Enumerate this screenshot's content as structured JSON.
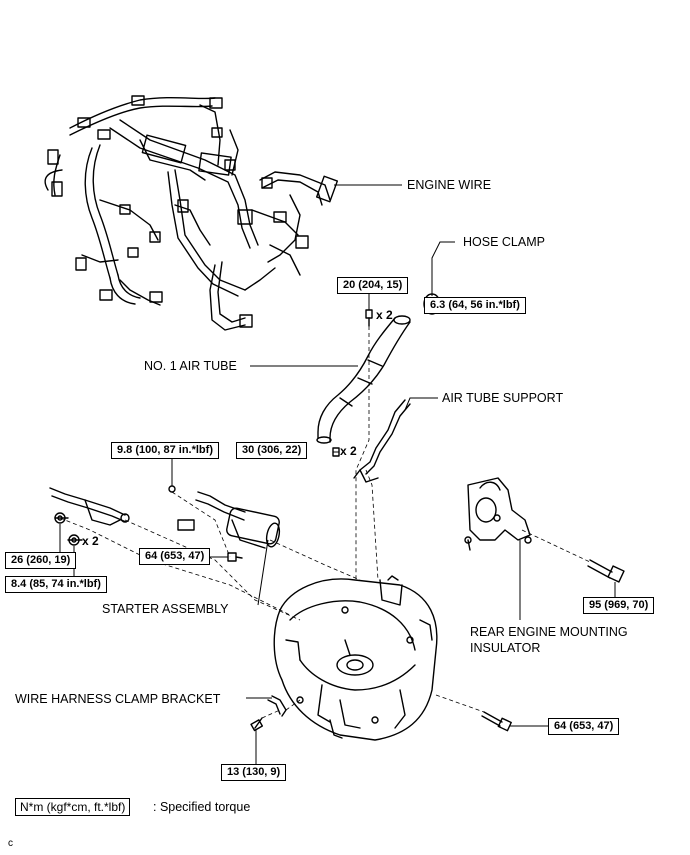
{
  "labels": {
    "engine_wire": "ENGINE WIRE",
    "hose_clamp": "HOSE CLAMP",
    "no1_air_tube": "NO. 1 AIR TUBE",
    "air_tube_support": "AIR TUBE SUPPORT",
    "starter_assembly": "STARTER ASSEMBLY",
    "rear_engine_mounting_insulator_line1": "REAR ENGINE MOUNTING",
    "rear_engine_mounting_insulator_line2": "INSULATOR",
    "wire_harness_clamp_bracket": "WIRE HARNESS CLAMP BRACKET"
  },
  "torques": {
    "t_20": "20 (204, 15)",
    "t_6_3": "6.3 (64, 56 in.*lbf)",
    "t_9_8": "9.8 (100, 87 in.*lbf)",
    "t_30": "30 (306, 22)",
    "t_64_starter": "64 (653, 47)",
    "t_26": "26 (260, 19)",
    "t_8_4": "8.4 (85, 74 in.*lbf)",
    "t_95": "95 (969, 70)",
    "t_13": "13 (130, 9)",
    "t_64_right": "64 (653, 47)"
  },
  "multipliers": {
    "x2_top": "x 2",
    "x2_support": "x 2",
    "x2_left": "x 2"
  },
  "legend": {
    "box_text": "N*m (kgf*cm, ft.*lbf)",
    "description": ": Specified torque"
  },
  "footer_code": "c"
}
